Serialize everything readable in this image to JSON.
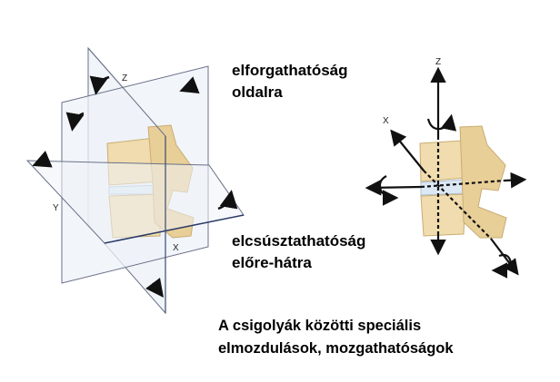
{
  "labels": {
    "rotation": [
      "elforgathatóság",
      "oldalra"
    ],
    "sliding": [
      "elcsúsztathatóság",
      "előre-hátra"
    ]
  },
  "caption": [
    "A csigolyák közötti speciális",
    "elmozdulások, mozgathatóságok"
  ],
  "left_diagram": {
    "axis_z": "Z",
    "axis_y": "Y",
    "axis_x": "X"
  },
  "right_diagram": {
    "axis_z": "Z",
    "axis_x": "X"
  },
  "colors": {
    "bone": "#f0dcae",
    "bone_edge": "#c9ac72",
    "disc": "#dce8f4",
    "plane": "#eef2f8",
    "plane_edge": "#5a6478"
  }
}
